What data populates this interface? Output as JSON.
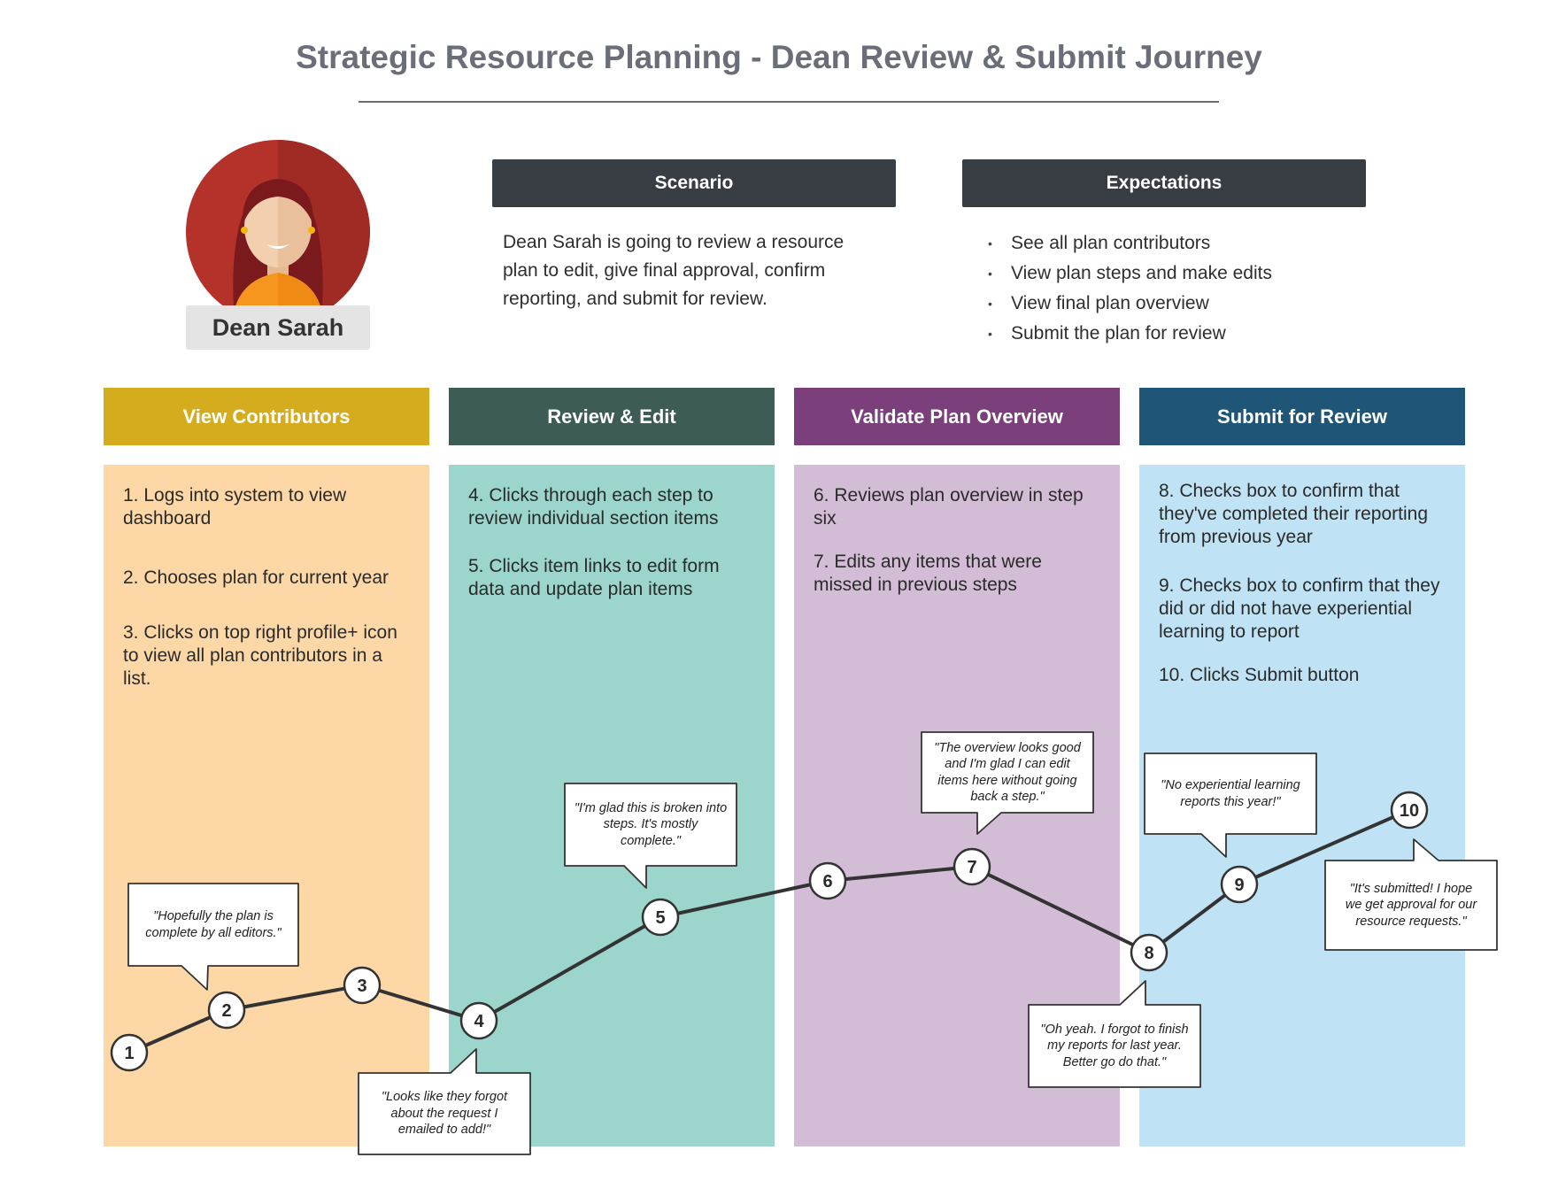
{
  "title": "Strategic Resource Planning - Dean Review & Submit Journey",
  "persona": {
    "name": "Dean Sarah"
  },
  "scenario": {
    "heading": "Scenario",
    "lines": [
      "Dean Sarah is going to review a resource",
      "plan to edit, give final approval, confirm",
      "reporting, and submit for review."
    ]
  },
  "expectations": {
    "heading": "Expectations",
    "items": [
      "See all plan contributors",
      "View plan steps and make edits",
      "View final plan overview",
      "Submit the plan for review"
    ]
  },
  "phases": [
    {
      "title": "View Contributors",
      "color": "#d4ac1e",
      "bg": "#fdd8a6",
      "steps": [
        [
          "1. Logs into system to view",
          "dashboard"
        ],
        [
          "2. Chooses plan for current year"
        ],
        [
          "3. Clicks on top right profile+ icon",
          "to view all plan contributors in a",
          "list."
        ]
      ]
    },
    {
      "title": "Review & Edit",
      "color": "#3d5c55",
      "bg": "#9bd5cc",
      "steps": [
        [
          "4. Clicks through each step to",
          "review individual section items"
        ],
        [
          "5. Clicks item links to edit form",
          "data and update plan items"
        ]
      ]
    },
    {
      "title": "Validate Plan Overview",
      "color": "#7b3f7c",
      "bg": "#d3bcd5",
      "steps": [
        [
          "6. Reviews plan overview in step",
          "six"
        ],
        [
          "7. Edits any items that were",
          "missed in previous steps"
        ]
      ]
    },
    {
      "title": "Submit for Review",
      "color": "#1f5677",
      "bg": "#bfe2f4",
      "steps": [
        [
          "8. Checks box to confirm that",
          "they've completed their reporting",
          "from previous year"
        ],
        [
          "9. Checks box to confirm that they",
          "did or did not have experiential",
          "learning to report"
        ],
        [
          "10. Clicks Submit button"
        ]
      ]
    }
  ],
  "journey": {
    "nodes": [
      "1",
      "2",
      "3",
      "4",
      "5",
      "6",
      "7",
      "8",
      "9",
      "10"
    ],
    "quotes": [
      {
        "step": "2",
        "lines": [
          "\"Hopefully the plan is",
          "complete by all editors.\""
        ]
      },
      {
        "step": "4",
        "lines": [
          "\"Looks like they forgot",
          "about the request I",
          "emailed to add!\""
        ]
      },
      {
        "step": "5",
        "lines": [
          "\"I'm glad this is broken into",
          "steps. It's mostly",
          "complete.\""
        ]
      },
      {
        "step": "7",
        "lines": [
          "\"The overview looks good",
          "and I'm glad I can edit",
          "items here without going",
          "back a step.\""
        ]
      },
      {
        "step": "8",
        "lines": [
          "\"Oh yeah. I forgot to finish",
          "my reports for last year.",
          "Better go do that.\""
        ]
      },
      {
        "step": "9",
        "lines": [
          "\"No experiential learning",
          "reports this year!\""
        ]
      },
      {
        "step": "10",
        "lines": [
          "\"It's submitted! I hope",
          "we get approval for our",
          "resource requests.\""
        ]
      }
    ]
  }
}
